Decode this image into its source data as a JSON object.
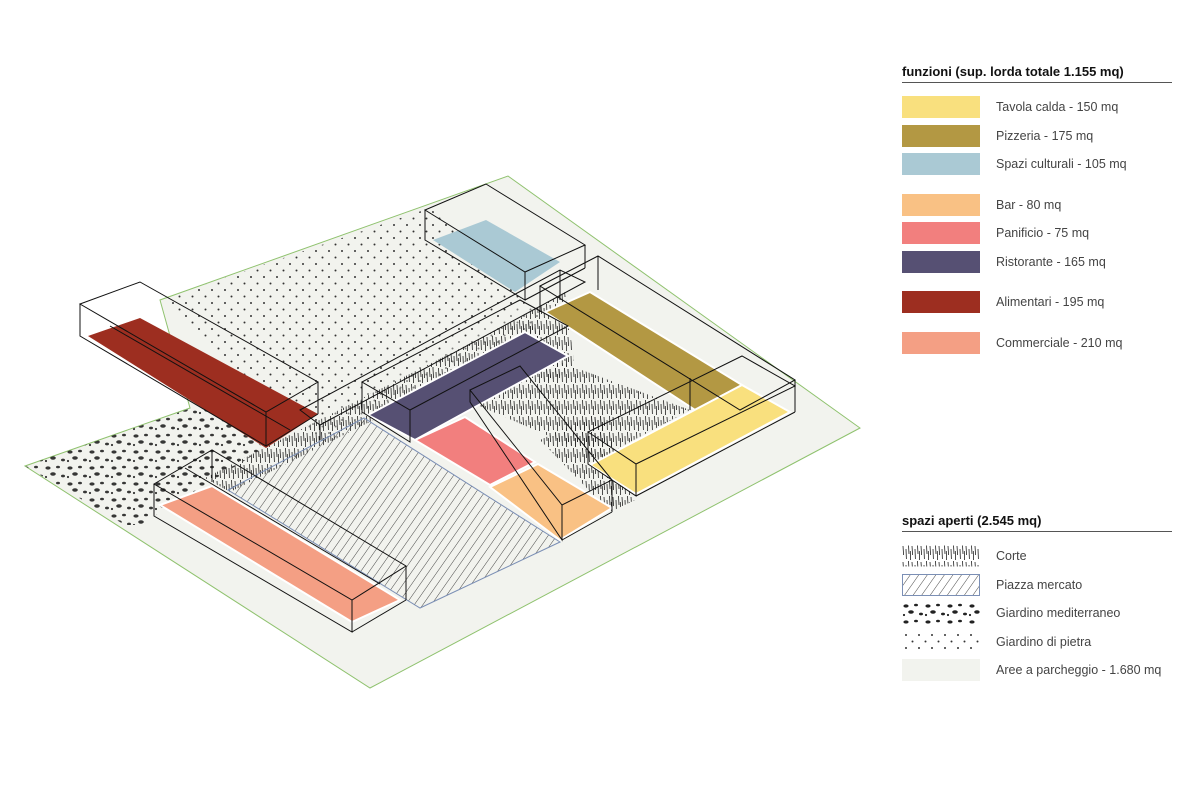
{
  "functions": {
    "title": "funzioni (sup. lorda totale 1.155 mq)",
    "items": [
      {
        "label": "Tavola calda - 150 mq",
        "color": "#f9e07e"
      },
      {
        "label": "Pizzeria - 175 mq",
        "color": "#b39843"
      },
      {
        "label": "Spazi culturali - 105 mq",
        "color": "#aac9d4"
      },
      {
        "label": "Bar - 80 mq",
        "color": "#f9c184"
      },
      {
        "label": "Panificio - 75 mq",
        "color": "#f27f7e"
      },
      {
        "label": "Ristorante - 165 mq",
        "color": "#565073"
      },
      {
        "label": "Alimentari - 195 mq",
        "color": "#9d2e20"
      },
      {
        "label": "Commerciale - 210 mq",
        "color": "#f49f84"
      }
    ]
  },
  "open_spaces": {
    "title": "spazi aperti (2.545 mq)",
    "items": [
      {
        "label": "Corte",
        "pattern": "vertical-strokes"
      },
      {
        "label": "Piazza mercato",
        "pattern": "diagonal-hatch"
      },
      {
        "label": "Giardino mediterraneo",
        "pattern": "pebbles"
      },
      {
        "label": "Giardino di pietra",
        "pattern": "dots"
      },
      {
        "label": "Aree a parcheggio - 1.680 mq",
        "pattern": "flat",
        "color": "#f2f3ee"
      }
    ]
  },
  "colors": {
    "site_outline": "#8fc26e",
    "parking": "#f2f3ee",
    "piazza_outline": "#7b8fb5"
  }
}
